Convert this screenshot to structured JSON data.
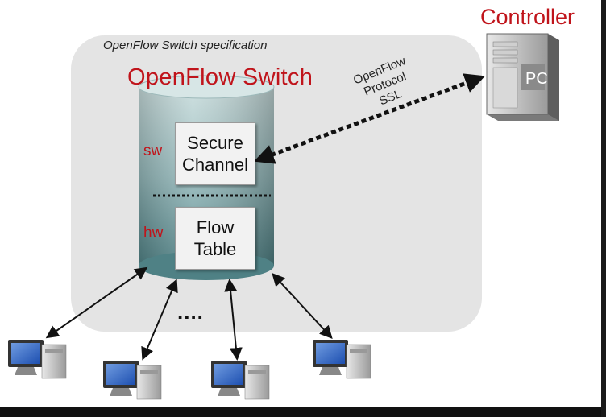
{
  "spec_caption": "OpenFlow Switch specification",
  "switch_title": "OpenFlow Switch",
  "controller_title": "Controller",
  "pc_label": "PC",
  "sw_label": "sw",
  "hw_label": "hw",
  "secure_channel": {
    "line1": "Secure",
    "line2": "Channel"
  },
  "flow_table": {
    "line1": "Flow",
    "line2": "Table"
  },
  "protocol": {
    "line1": "OpenFlow",
    "line2": "Protocol",
    "line3": "SSL"
  },
  "ellipsis": "....",
  "colors": {
    "title_red": "#c0141b",
    "switch_cylinder": "#5f8e92",
    "spec_box": "#e4e4e4"
  },
  "icons": [
    "server-tower-icon",
    "desktop-computer-icon"
  ]
}
